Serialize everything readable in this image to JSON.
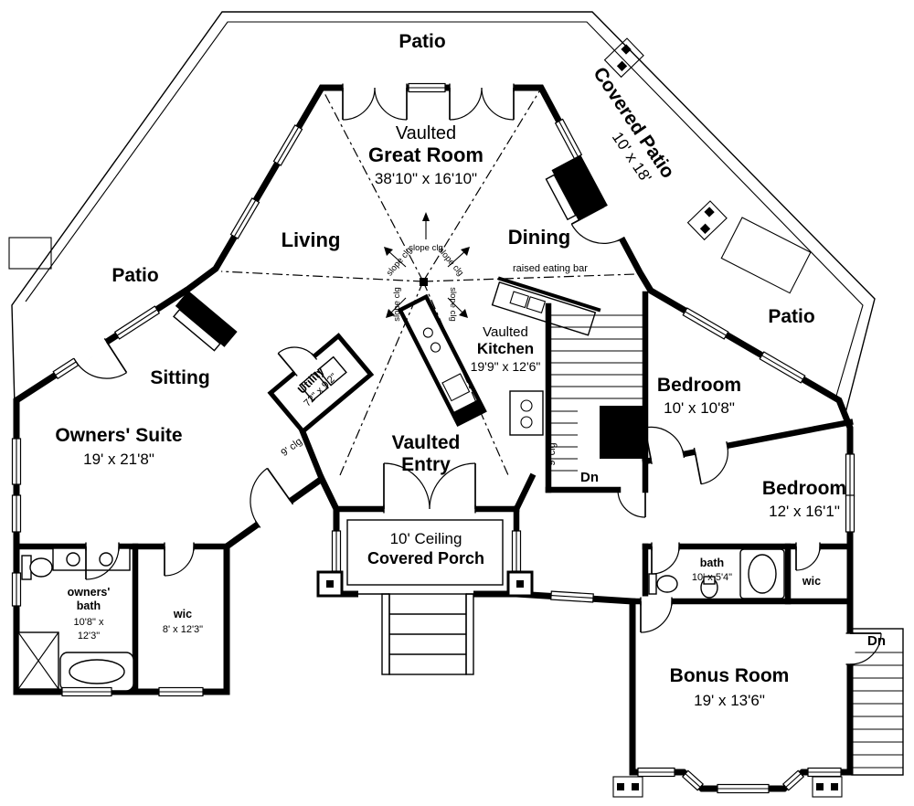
{
  "colors": {
    "wall": "#000000",
    "background": "#ffffff"
  },
  "outdoor": {
    "patio": "Patio",
    "covered_patio": "Covered Patio",
    "covered_patio_dims": "10' x 18'"
  },
  "rooms": {
    "great_room": {
      "prefix": "Vaulted",
      "name": "Great Room",
      "dims": "38'10\" x 16'10\""
    },
    "living": {
      "name": "Living"
    },
    "dining": {
      "name": "Dining"
    },
    "kitchen": {
      "prefix": "Vaulted",
      "name": "Kitchen",
      "dims": "19'9\" x 12'6\""
    },
    "sitting": {
      "name": "Sitting"
    },
    "utility": {
      "name": "Utility",
      "dims": "72\" x 9'2\""
    },
    "owners_suite": {
      "name": "Owners' Suite",
      "dims": "19' x 21'8\""
    },
    "entry": {
      "prefix": "Vaulted",
      "name": "Entry"
    },
    "covered_porch": {
      "prefix": "10' Ceiling",
      "name": "Covered Porch"
    },
    "bedroom1": {
      "name": "Bedroom",
      "dims": "10' x 10'8\""
    },
    "bedroom2": {
      "name": "Bedroom",
      "dims": "12' x 16'1\""
    },
    "owners_bath": {
      "name_line1": "owners'",
      "name_line2": "bath",
      "dims_line1": "10'8\" x",
      "dims_line2": "12'3\""
    },
    "wic_left": {
      "name": "wic",
      "dims": "8' x 12'3\""
    },
    "bath": {
      "name": "bath",
      "dims": "10' x 5'4\""
    },
    "wic_right": {
      "name": "wic"
    },
    "bonus_room": {
      "name": "Bonus Room",
      "dims": "19' x 13'6\""
    }
  },
  "annotations": {
    "slope_clg": "slope clg",
    "nine_clg": "9' clg",
    "dn": "Dn",
    "raised_eating_bar": "raised eating bar"
  }
}
